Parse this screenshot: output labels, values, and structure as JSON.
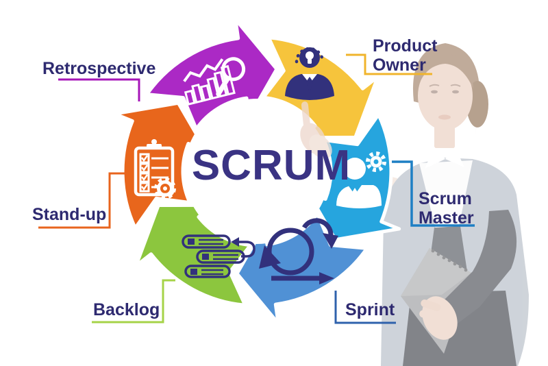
{
  "colors": {
    "background": "#ffffff",
    "navy_text": "#2E2A70",
    "title_navy": "#3A3383",
    "icon_navy": "#32317C",
    "white": "#ffffff"
  },
  "ring": {
    "center_title": "SCRUM",
    "segments": [
      {
        "name": "retrospective",
        "color": "#AB29C5",
        "icon": "chart-magnifier-icon"
      },
      {
        "name": "product-owner",
        "color": "#F6C43C",
        "icon": "idea-person-icon"
      },
      {
        "name": "scrum-master",
        "color": "#26A5DE",
        "icon": "person-gear-icon"
      },
      {
        "name": "sprint",
        "color": "#5091D5",
        "icon": "sprint-loop-icon"
      },
      {
        "name": "backlog",
        "color": "#8CC63E",
        "icon": "backlog-list-icon"
      },
      {
        "name": "stand-up",
        "color": "#E8661C",
        "icon": "checklist-gear-icon"
      }
    ]
  },
  "callouts": [
    {
      "id": "retrospective",
      "lines": [
        "Retrospective"
      ],
      "line_color": "#A616B8"
    },
    {
      "id": "product-owner",
      "lines": [
        "Product",
        "Owner"
      ],
      "line_color": "#F0B42C"
    },
    {
      "id": "scrum-master",
      "lines": [
        "Scrum",
        "Master"
      ],
      "line_color": "#1E7FC4"
    },
    {
      "id": "sprint",
      "lines": [
        "Sprint"
      ],
      "line_color": "#2F62AC"
    },
    {
      "id": "backlog",
      "lines": [
        "Backlog"
      ],
      "line_color": "#A6D348"
    },
    {
      "id": "stand-up",
      "lines": [
        "Stand-up"
      ],
      "line_color": "#E8641E"
    }
  ]
}
